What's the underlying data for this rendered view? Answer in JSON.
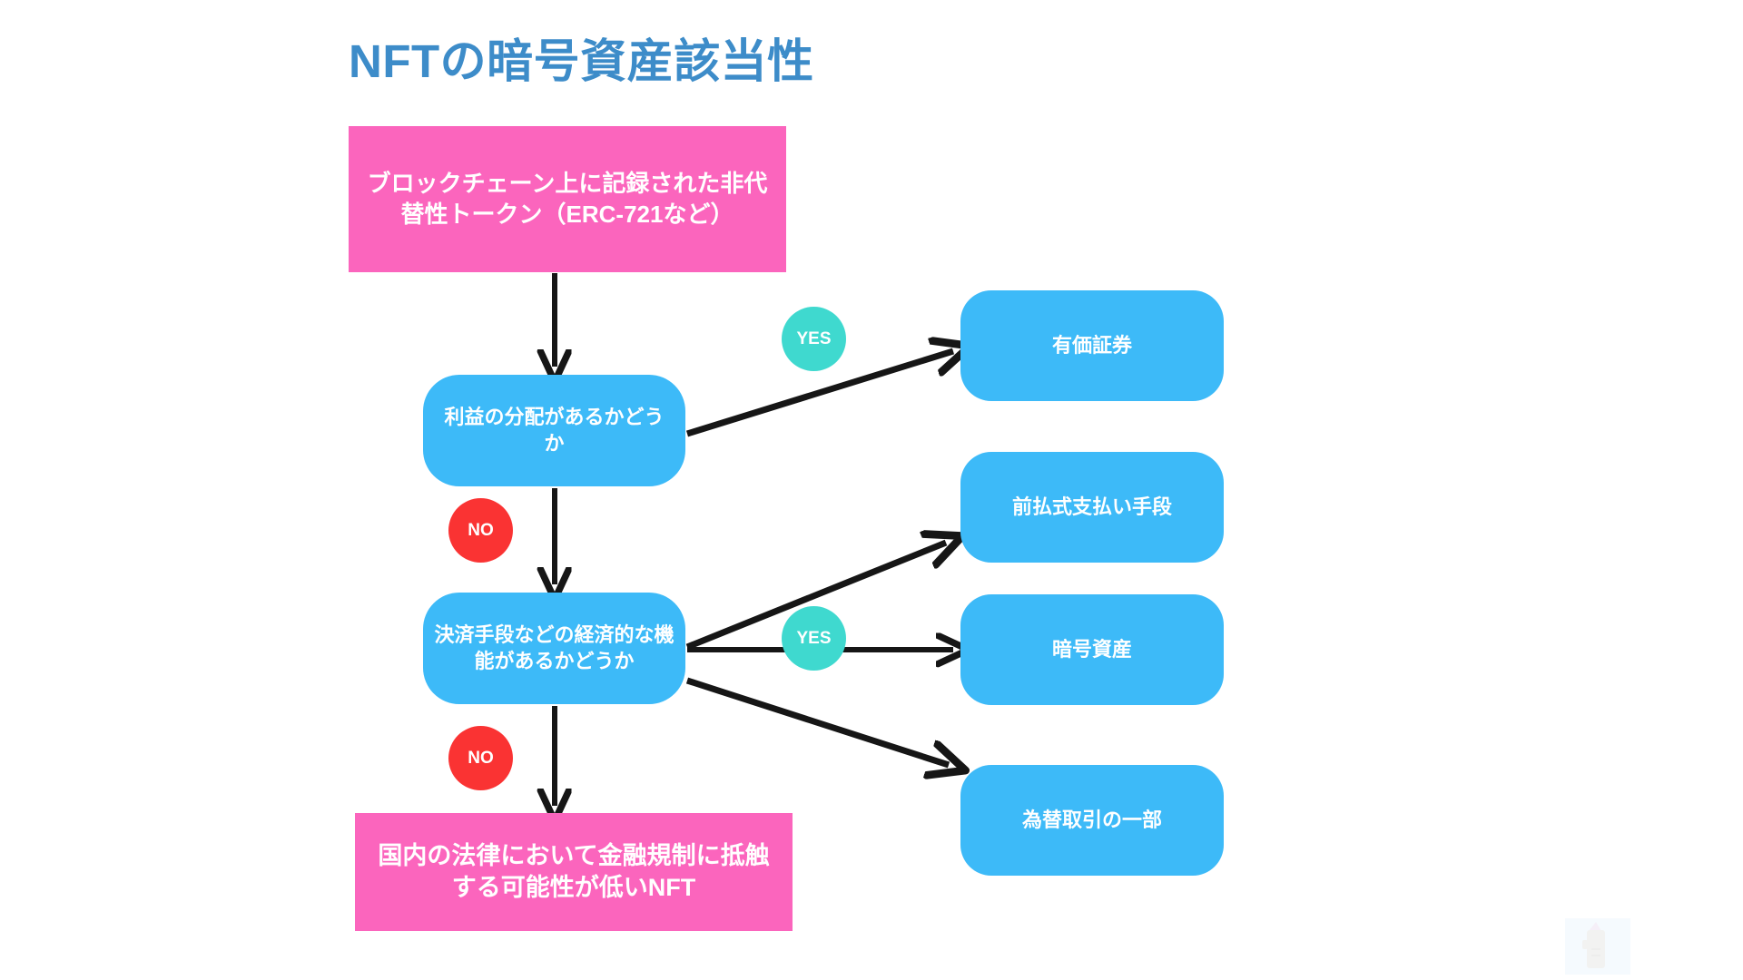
{
  "slide": {
    "title": "NFTの暗号資産該当性",
    "background_color": "#ffffff",
    "title_color": "#3d8cc9"
  },
  "colors": {
    "pink": "#fb65bd",
    "blue": "#3dbaf8",
    "yes_teal": "#3fd9cf",
    "no_red": "#fa3333",
    "arrow_black": "#161616",
    "title_blue": "#3d8cc9"
  },
  "nodes": {
    "start": {
      "label": "ブロックチェーン上に記録された非代替性トークン（ERC-721など）",
      "shape": "rectangle",
      "color": "#fb65bd"
    },
    "decision1": {
      "label": "利益の分配があるかどうか",
      "shape": "rounded-rectangle",
      "color": "#3dbaf8"
    },
    "decision2": {
      "label": "決済手段などの経済的な機能があるかどうか",
      "shape": "rounded-rectangle",
      "color": "#3dbaf8"
    },
    "end": {
      "label": "国内の法律において金融規制に抵触する可能性が低いNFT",
      "shape": "rectangle",
      "color": "#fb65bd"
    },
    "results": [
      {
        "label": "有価証券",
        "shape": "rounded-rectangle",
        "color": "#3dbaf8"
      },
      {
        "label": "前払式支払い手段",
        "shape": "rounded-rectangle",
        "color": "#3dbaf8"
      },
      {
        "label": "暗号資産",
        "shape": "rounded-rectangle",
        "color": "#3dbaf8"
      },
      {
        "label": "為替取引の一部",
        "shape": "rounded-rectangle",
        "color": "#3dbaf8"
      }
    ]
  },
  "badges": {
    "yes1": {
      "label": "YES",
      "color": "#3fd9cf"
    },
    "no1": {
      "label": "NO",
      "color": "#fa3333"
    },
    "yes2": {
      "label": "YES",
      "color": "#3fd9cf"
    },
    "no2": {
      "label": "NO",
      "color": "#fa3333"
    }
  },
  "edges": [
    {
      "from": "start",
      "to": "decision1",
      "label": "",
      "direction": "down"
    },
    {
      "from": "decision1",
      "to": "有価証券",
      "label": "YES",
      "direction": "right-up"
    },
    {
      "from": "decision1",
      "to": "decision2",
      "label": "NO",
      "direction": "down"
    },
    {
      "from": "decision2",
      "to": "前払式支払い手段",
      "label": "",
      "direction": "right-up"
    },
    {
      "from": "decision2",
      "to": "暗号資産",
      "label": "YES",
      "direction": "right"
    },
    {
      "from": "decision2",
      "to": "為替取引の一部",
      "label": "",
      "direction": "right-down"
    },
    {
      "from": "decision2",
      "to": "end",
      "label": "NO",
      "direction": "down"
    }
  ],
  "watermark": {
    "name": "document-watermark-icon"
  }
}
